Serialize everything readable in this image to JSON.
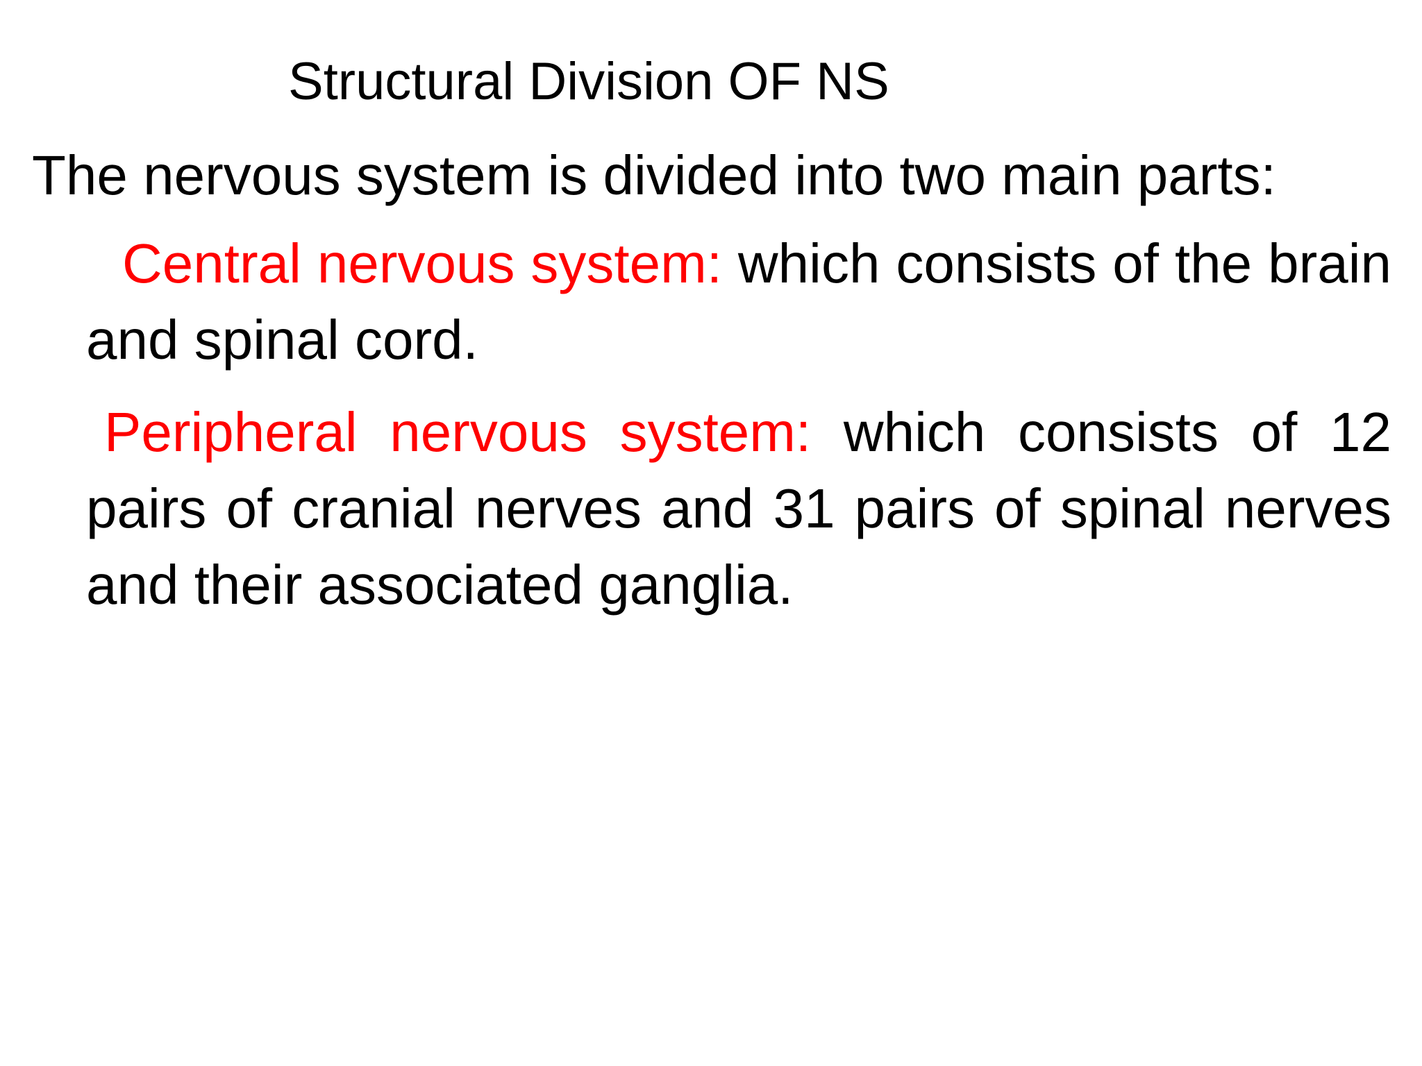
{
  "slide": {
    "title": "Structural Division OF NS",
    "intro": "The nervous system is divided into two main parts:",
    "points": [
      {
        "term": "Central nervous system:",
        "text": " which consists of the brain and spinal cord."
      },
      {
        "term": "Peripheral nervous system:",
        "text": " which consists of 12 pairs of cranial nerves and 31 pairs of spinal nerves and their associated ganglia."
      }
    ]
  },
  "colors": {
    "text": "#000000",
    "term": "#ff0000",
    "background": "#ffffff"
  }
}
